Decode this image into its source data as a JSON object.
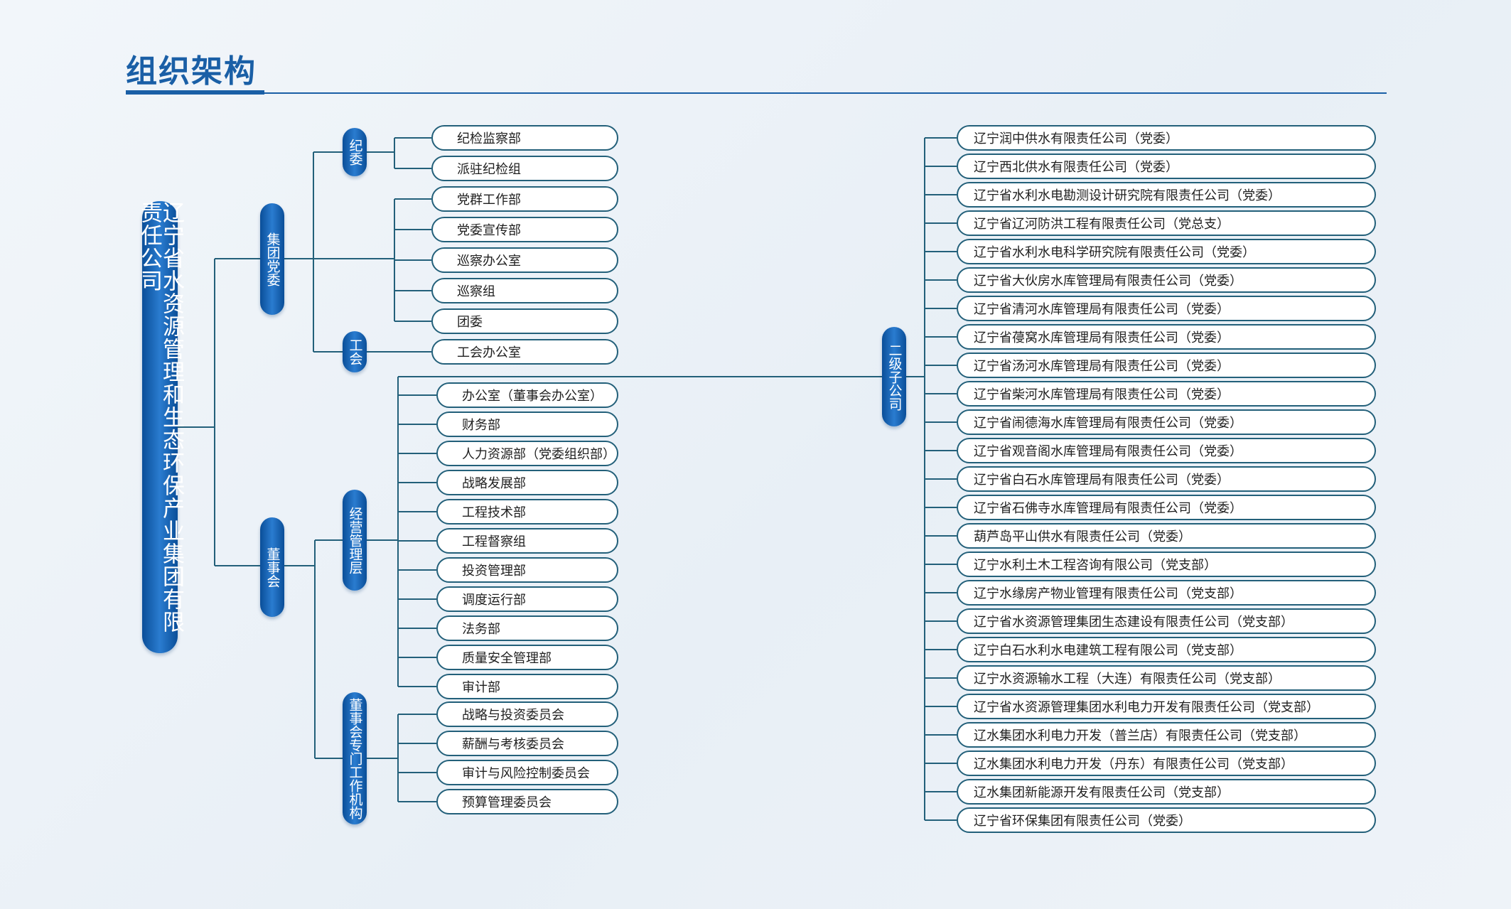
{
  "title": "组织架构",
  "colors": {
    "accent": "#1a5fa6",
    "line": "#23607a",
    "pill": "#0a4e98"
  },
  "root": "辽宁省水资源管理和生态环保产业集团有限责任公司",
  "jiwei": {
    "label": "纪委",
    "items": [
      "纪检监察部",
      "派驻纪检组"
    ]
  },
  "dangwei": {
    "label": "集团党委",
    "items": [
      "党群工作部",
      "党委宣传部",
      "巡察办公室",
      "巡察组",
      "团委"
    ]
  },
  "gonghui": {
    "label": "工会",
    "items": [
      "工会办公室"
    ]
  },
  "dongshihui": {
    "label": "董事会"
  },
  "jingying": {
    "label": "经营管理层",
    "items": [
      "办公室（董事会办公室）",
      "财务部",
      "人力资源部（党委组织部）",
      "战略发展部",
      "工程技术部",
      "工程督察组",
      "投资管理部",
      "调度运行部",
      "法务部",
      "质量安全管理部",
      "审计部"
    ]
  },
  "zhuanmen": {
    "label": "董事会专门工作机构",
    "items": [
      "战略与投资委员会",
      "薪酬与考核委员会",
      "审计与风险控制委员会",
      "预算管理委员会"
    ]
  },
  "erji": {
    "label": "二级子公司",
    "items": [
      "辽宁润中供水有限责任公司（党委）",
      "辽宁西北供水有限责任公司（党委）",
      "辽宁省水利水电勘测设计研究院有限责任公司（党委）",
      "辽宁省辽河防洪工程有限责任公司（党总支）",
      "辽宁省水利水电科学研究院有限责任公司（党委）",
      "辽宁省大伙房水库管理局有限责任公司（党委）",
      "辽宁省清河水库管理局有限责任公司（党委）",
      "辽宁省葠窝水库管理局有限责任公司（党委）",
      "辽宁省汤河水库管理局有限责任公司（党委）",
      "辽宁省柴河水库管理局有限责任公司（党委）",
      "辽宁省闹德海水库管理局有限责任公司（党委）",
      "辽宁省观音阁水库管理局有限责任公司（党委）",
      "辽宁省白石水库管理局有限责任公司（党委）",
      "辽宁省石佛寺水库管理局有限责任公司（党委）",
      "葫芦岛平山供水有限责任公司（党委）",
      "辽宁水利土木工程咨询有限公司（党支部）",
      "辽宁水缘房产物业管理有限责任公司（党支部）",
      "辽宁省水资源管理集团生态建设有限责任公司（党支部）",
      "辽宁白石水利水电建筑工程有限公司（党支部）",
      "辽宁水资源输水工程（大连）有限责任公司（党支部）",
      "辽宁省水资源管理集团水利电力开发有限责任公司（党支部）",
      "辽水集团水利电力开发（普兰店）有限责任公司（党支部）",
      "辽水集团水利电力开发（丹东）有限责任公司（党支部）",
      "辽水集团新能源开发有限责任公司（党支部）",
      "辽宁省环保集团有限责任公司（党委）"
    ]
  }
}
